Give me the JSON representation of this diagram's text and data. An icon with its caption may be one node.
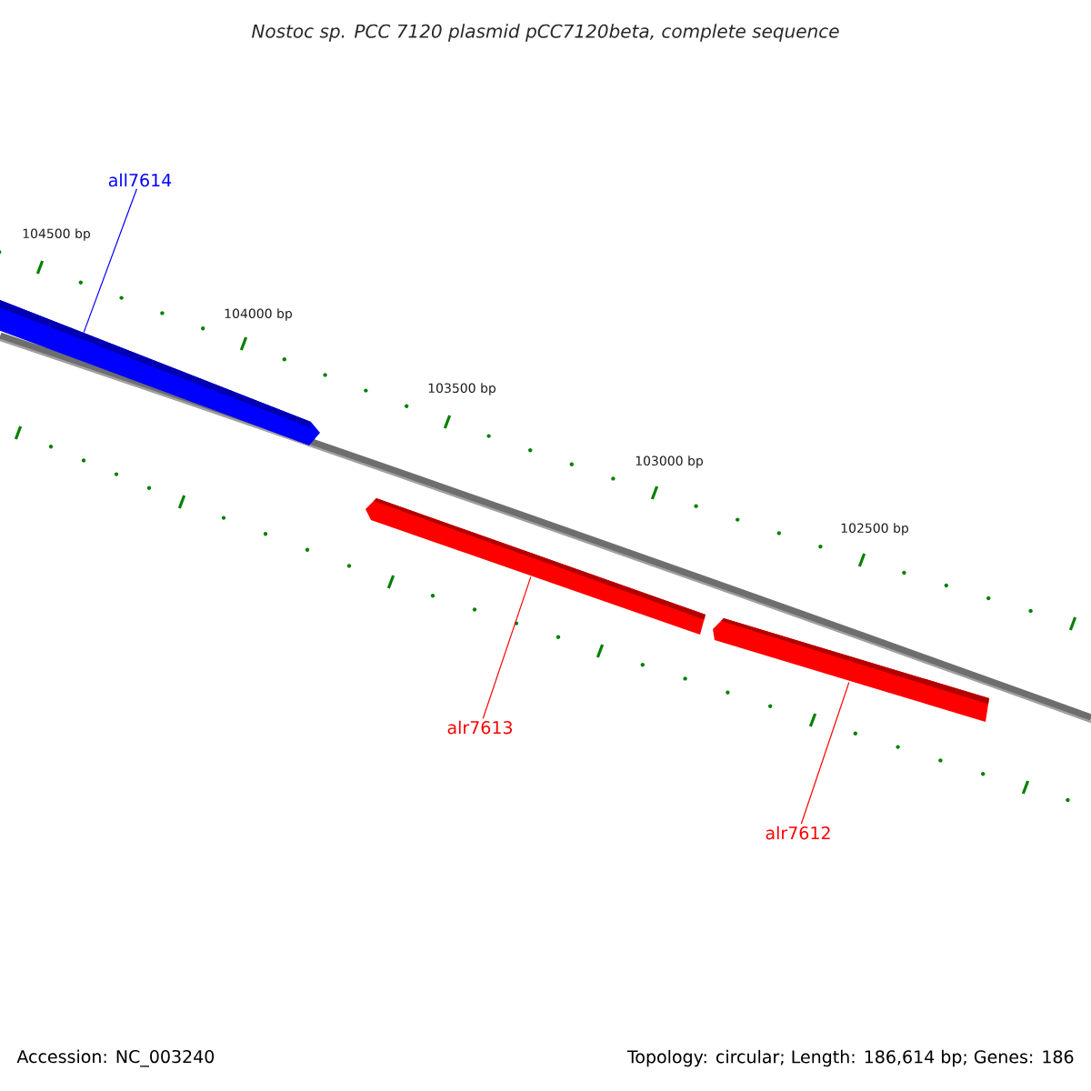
{
  "diagram": {
    "title": "Nostoc sp. PCC 7120 plasmid pCC7120beta, complete sequence",
    "nodes": [
      {
        "text": [
          "all7614"
        ]
      },
      {
        "text": [],
        "shape": "bar"
      },
      {
        "text": [],
        "shape": "bar"
      },
      {
        "text": [
          "alr7613"
        ]
      },
      {
        "text": [],
        "shape": "bar"
      },
      {
        "text": [
          "alr7612"
        ]
      }
    ],
    "edges": [
      {
        "from": 0,
        "to": 1,
        "arrow": "none",
        "color": "#0000ff"
      },
      {
        "from": 3,
        "to": 2,
        "arrow": "none",
        "color": "#ff0000"
      },
      {
        "from": 5,
        "to": 4,
        "arrow": "none",
        "color": "#ff0000"
      }
    ],
    "labels": [
      "104500 bp",
      "104000 bp",
      "103500 bp",
      "103000 bp",
      "102500 bp",
      "Accession: NC_003240",
      "Topology: circular; Length: 186,614 bp; Genes: 186"
    ]
  }
}
